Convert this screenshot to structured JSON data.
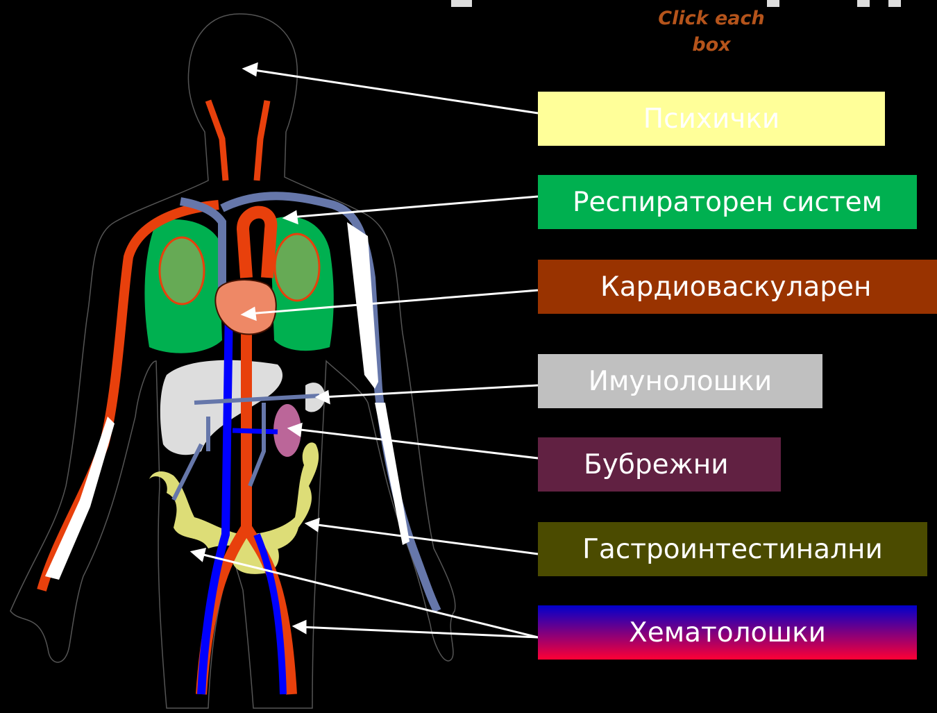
{
  "hint": {
    "line1": "Click each",
    "line2": "box"
  },
  "boxes": [
    {
      "label": "Психички",
      "bg": "#ffff99",
      "fg": "#ffffff"
    },
    {
      "label": "Респираторен систем",
      "bg": "#00b050",
      "fg": "#ffffff"
    },
    {
      "label": "Кардиоваскуларен",
      "bg": "#993300",
      "fg": "#ffffff"
    },
    {
      "label": "Имунолошки",
      "bg": "#c0c0c0",
      "fg": "#ffffff"
    },
    {
      "label": "Бубрежни",
      "bg": "#612142",
      "fg": "#ffffff"
    },
    {
      "label": "Гастроинтестинални",
      "bg": "#4b4b00",
      "fg": "#ffffff"
    },
    {
      "label": "Хематолошки",
      "bg_top": "#0000cc",
      "bg_bottom": "#ff0033",
      "fg": "#ffffff"
    }
  ],
  "colors": {
    "artery": "#e8400c",
    "vein_blue": "#0000ff",
    "vein_light": "#6677aa",
    "lung": "#00b050",
    "lung_inner": "#66aa55",
    "heart": "#ee8866",
    "liver": "#dddddd",
    "intestine": "#dddd77",
    "kidney": "#bb6699",
    "arrow": "#ffffff",
    "outline": "#555555"
  }
}
